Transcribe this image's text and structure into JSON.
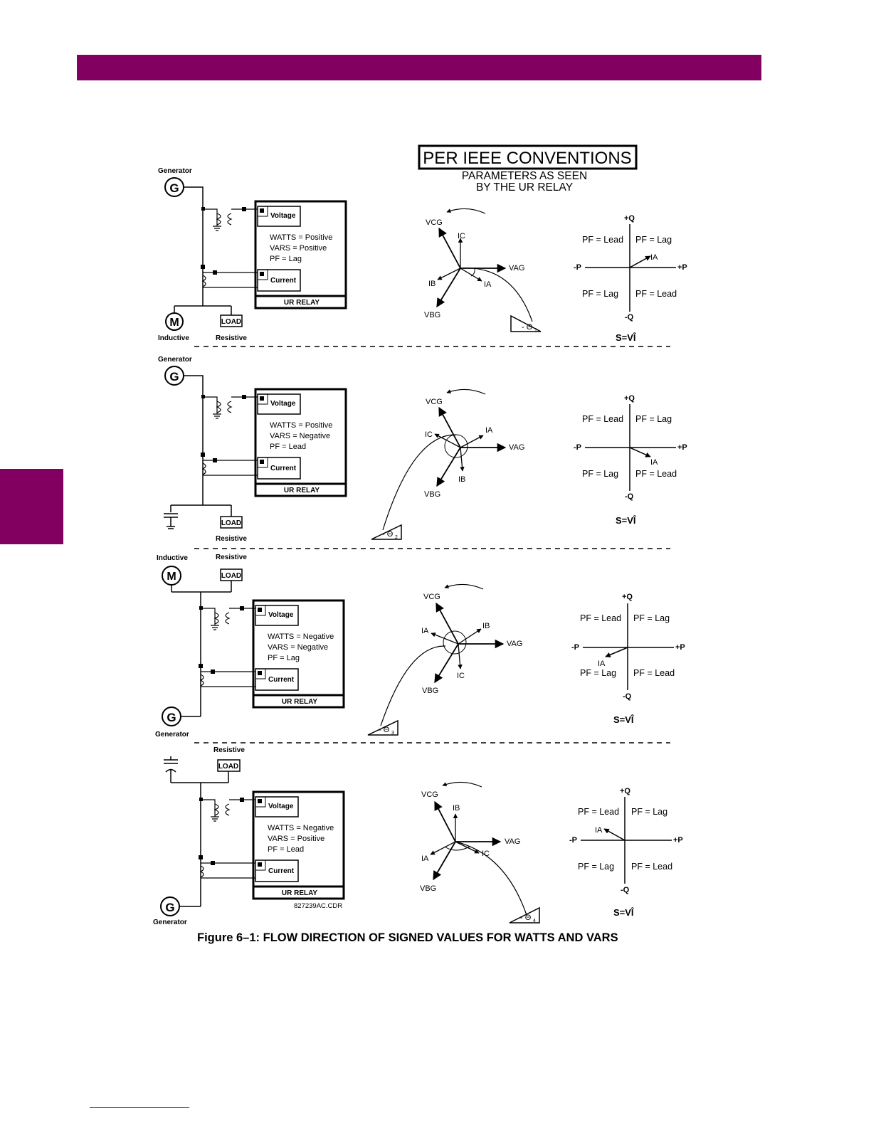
{
  "header": {
    "band_color": "#820060"
  },
  "title": {
    "main": "PER IEEE CONVENTIONS",
    "sub1": "PARAMETERS AS SEEN",
    "sub2": "BY THE UR RELAY"
  },
  "labels": {
    "generator": "Generator",
    "inductive": "Inductive",
    "resistive": "Resistive",
    "load": "LOAD",
    "g": "G",
    "m": "M",
    "voltage": "Voltage",
    "current": "Current",
    "ur_relay": "UR RELAY",
    "vag": "VAG",
    "vbg": "VBG",
    "vcg": "VCG",
    "ia": "IA",
    "ib": "IB",
    "ic": "IC",
    "pq_p": "+P",
    "pq_np": "-P",
    "pq_q": "+Q",
    "pq_nq": "-Q",
    "pf_lead": "PF = Lead",
    "pf_lag": "PF = Lag",
    "s_eq": "S=VÎ",
    "ia_hat": "IA",
    "theta": "- Θ"
  },
  "panels": [
    {
      "watts": "WATTS = Positive",
      "vars": "VARS = Positive",
      "pf": "PF = Lag",
      "theta_sub": "1"
    },
    {
      "watts": "WATTS = Positive",
      "vars": "VARS = Negative",
      "pf": "PF = Lead",
      "theta_sub": "2"
    },
    {
      "watts": "WATTS = Negative",
      "vars": "VARS = Negative",
      "pf": "PF = Lag",
      "theta_sub": "3"
    },
    {
      "watts": "WATTS = Negative",
      "vars": "VARS = Positive",
      "pf": "PF = Lead",
      "theta_sub": "4"
    }
  ],
  "drawing_code": "827239AC.CDR",
  "caption": "Figure 6–1: FLOW DIRECTION OF SIGNED VALUES FOR WATTS AND VARS"
}
